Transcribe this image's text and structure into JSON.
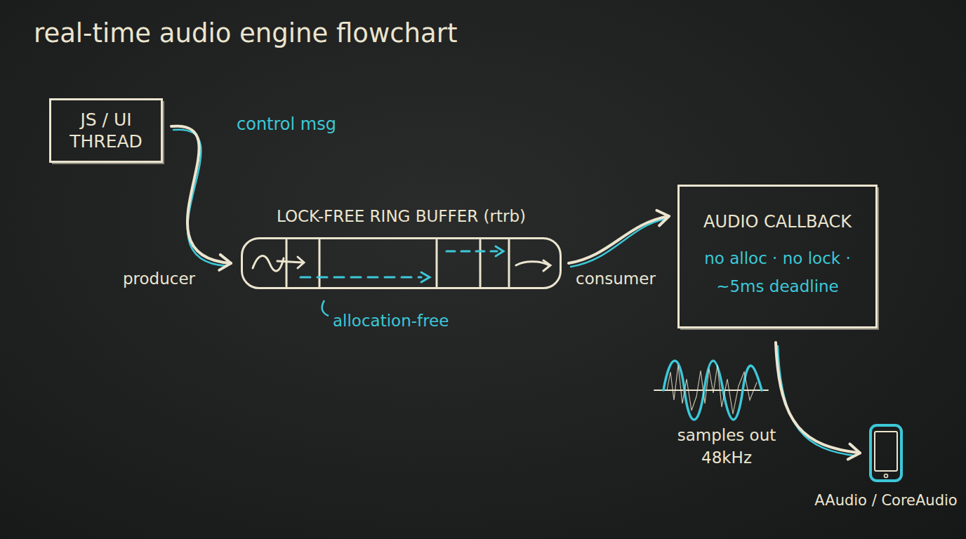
{
  "diagram": {
    "title": "real-time audio engine flowchart",
    "nodes": [
      {
        "text": [
          "JS / UI THREAD"
        ]
      },
      {
        "text": [
          "LOCK-FREE RING BUFFER (rtrb)"
        ]
      },
      {
        "text": [
          "AUDIO CALLBACK",
          "no alloc · no lock · ~5ms deadline"
        ]
      },
      {
        "text": [
          "AAudio / CoreAudio"
        ]
      }
    ],
    "edges": [
      {
        "from": 0,
        "to": 1,
        "arrow": "to",
        "label": "control msg"
      },
      {
        "from": 1,
        "to": 2,
        "arrow": "to"
      },
      {
        "from": 2,
        "to": 3,
        "arrow": "to"
      }
    ],
    "labels": [
      "producer",
      "consumer",
      "allocation-free",
      "samples out 48kHz"
    ]
  }
}
